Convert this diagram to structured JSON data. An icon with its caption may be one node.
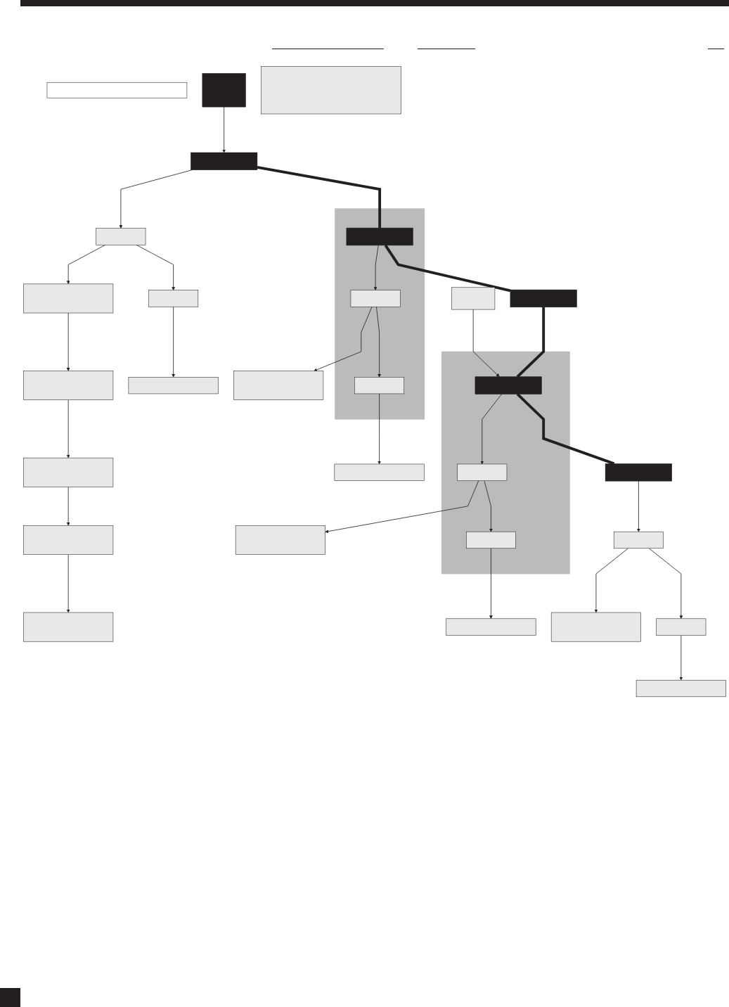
{
  "diagram": {
    "nodes": [
      {
        "text": [],
        "shape": "box"
      },
      {
        "text": [],
        "shape": "box"
      },
      {
        "text": [],
        "shape": "box"
      },
      {
        "text": [],
        "shape": "box"
      },
      {
        "text": [],
        "shape": "box"
      },
      {
        "text": [],
        "shape": "box"
      },
      {
        "text": [],
        "shape": "box"
      },
      {
        "text": [],
        "shape": "box"
      },
      {
        "text": [],
        "shape": "box"
      },
      {
        "text": [],
        "shape": "box"
      },
      {
        "text": [],
        "shape": "box"
      },
      {
        "text": [],
        "shape": "box"
      },
      {
        "text": [],
        "shape": "box",
        "in": 11
      },
      {
        "text": [],
        "shape": "box",
        "in": 11
      },
      {
        "text": [],
        "shape": "box"
      },
      {
        "text": [],
        "shape": "box",
        "in": 11
      },
      {
        "text": [],
        "shape": "box"
      },
      {
        "text": [],
        "shape": "box"
      },
      {
        "text": [],
        "shape": "box"
      },
      {
        "text": [],
        "shape": "box"
      },
      {
        "text": [],
        "shape": "box",
        "in": 19
      },
      {
        "text": [],
        "shape": "box",
        "in": 19
      },
      {
        "text": [],
        "shape": "box"
      },
      {
        "text": [],
        "shape": "box",
        "in": 19
      },
      {
        "text": [],
        "shape": "box"
      },
      {
        "text": [],
        "shape": "box"
      },
      {
        "text": [],
        "shape": "box"
      },
      {
        "text": [],
        "shape": "box"
      },
      {
        "text": [],
        "shape": "box"
      },
      {
        "text": [],
        "shape": "box"
      },
      {
        "text": [],
        "shape": "box"
      }
    ],
    "edges": [
      {
        "from": 1,
        "to": 2,
        "arrow": "to"
      },
      {
        "from": 2,
        "to": 3,
        "arrow": "to"
      },
      {
        "from": 3,
        "to": 4,
        "arrow": "to"
      },
      {
        "from": 4,
        "to": 5,
        "arrow": "to"
      },
      {
        "from": 5,
        "to": 6,
        "arrow": "to"
      },
      {
        "from": 6,
        "to": 7,
        "arrow": "to"
      },
      {
        "from": 7,
        "to": 8,
        "arrow": "to"
      },
      {
        "from": 3,
        "to": 9,
        "arrow": "to"
      },
      {
        "from": 9,
        "to": 10,
        "arrow": "to"
      },
      {
        "from": 2,
        "to": 12,
        "arrow": "none",
        "style": "thick"
      },
      {
        "from": 12,
        "to": 13,
        "arrow": "to"
      },
      {
        "from": 13,
        "to": 14,
        "arrow": "to"
      },
      {
        "from": 13,
        "to": 15,
        "arrow": "to"
      },
      {
        "from": 15,
        "to": 16,
        "arrow": "to"
      },
      {
        "from": 12,
        "to": 17,
        "arrow": "none",
        "style": "thick"
      },
      {
        "from": 17,
        "to": 20,
        "arrow": "none",
        "style": "thick"
      },
      {
        "from": 18,
        "to": 20,
        "arrow": "to"
      },
      {
        "from": 20,
        "to": 21,
        "arrow": "to"
      },
      {
        "from": 21,
        "to": 22,
        "arrow": "to"
      },
      {
        "from": 21,
        "to": 23,
        "arrow": "to"
      },
      {
        "from": 23,
        "to": 24,
        "arrow": "to"
      },
      {
        "from": 20,
        "to": 25,
        "arrow": "none",
        "style": "thick"
      },
      {
        "from": 25,
        "to": 26,
        "arrow": "to"
      },
      {
        "from": 26,
        "to": 27,
        "arrow": "to"
      },
      {
        "from": 26,
        "to": 28,
        "arrow": "to"
      },
      {
        "from": 28,
        "to": 29,
        "arrow": "to"
      }
    ]
  }
}
